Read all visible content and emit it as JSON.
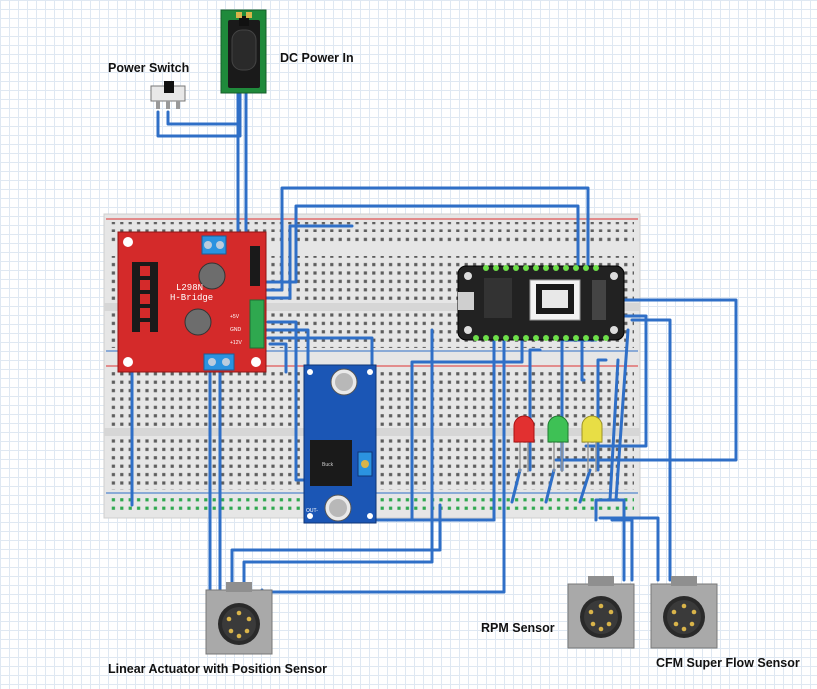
{
  "labels": {
    "power_switch": "Power Switch",
    "dc_power_in": "DC Power In",
    "linear_actuator": "Linear Actuator with Position Sensor",
    "rpm_sensor": "RPM Sensor",
    "cfm_sensor": "CFM Super Flow Sensor"
  },
  "hbridge": {
    "title_line1": "L298N",
    "title_line2": "H-Bridge",
    "pin_5v": "+5V",
    "pin_gnd": "GND",
    "pin_12v": "+12V"
  },
  "buck": {
    "out_minus": "OUT-",
    "chip_text": "Buck"
  },
  "leds": [
    "red",
    "green",
    "yellow"
  ],
  "colors": {
    "wire": "#2f6fc7",
    "hbridge": "#d42a2a",
    "buck_board": "#1b56b5",
    "feather": "#222222",
    "dc_jack_board": "#1f8a3b",
    "connector_body": "#a9a9a9",
    "breadboard": "#e3e3e3"
  }
}
